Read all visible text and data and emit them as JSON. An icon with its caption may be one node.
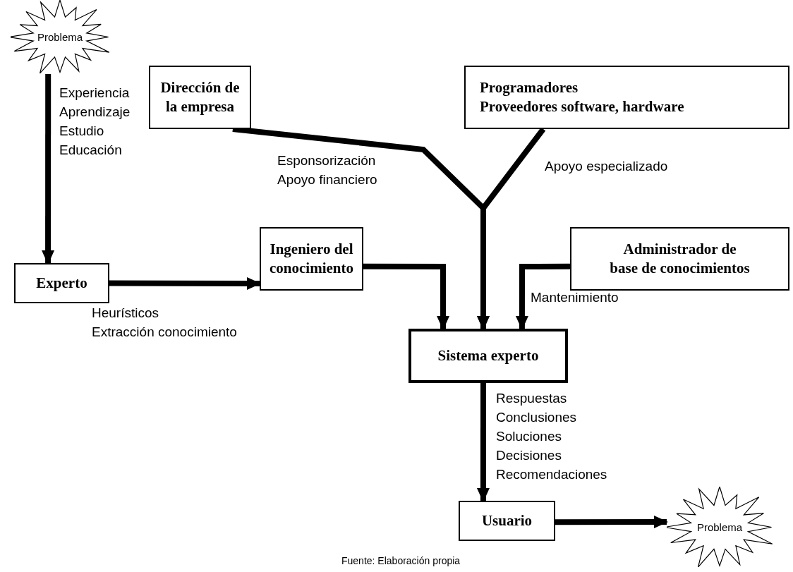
{
  "diagram": {
    "caption": "Fuente: Elaboración propia",
    "nodes": [
      {
        "text": [
          "Problema"
        ]
      },
      {
        "text": [
          "Dirección de la empresa"
        ]
      },
      {
        "text": [
          "Programadores Proveedores software, hardware"
        ]
      },
      {
        "text": [
          "Experto"
        ]
      },
      {
        "text": [
          "Ingeniero del conocimiento"
        ]
      },
      {
        "text": [
          "Administrador de base de conocimientos"
        ]
      },
      {
        "text": [
          "Sistema experto"
        ]
      },
      {
        "text": [
          "Usuario"
        ]
      },
      {
        "text": [
          "Problema"
        ]
      }
    ],
    "edges": [
      {
        "from": 0,
        "to": 3,
        "arrow": "to",
        "label": "Experiencia Aprendizaje Estudio Educación"
      },
      {
        "from": 3,
        "to": 4,
        "arrow": "to",
        "label": "Heurísticos Extracción conocimiento"
      },
      {
        "from": 1,
        "to": 6,
        "arrow": "to",
        "label": "Esponsorización Apoyo financiero"
      },
      {
        "from": 2,
        "to": 6,
        "arrow": "to",
        "label": "Apoyo especializado"
      },
      {
        "from": 4,
        "to": 6,
        "arrow": "to"
      },
      {
        "from": 5,
        "to": 6,
        "arrow": "to",
        "label": "Mantenimiento"
      },
      {
        "from": 6,
        "to": 7,
        "arrow": "to",
        "label": "Respuestas Conclusiones Soluciones Decisiones Recomendaciones"
      },
      {
        "from": 7,
        "to": 8,
        "arrow": "to"
      }
    ]
  }
}
